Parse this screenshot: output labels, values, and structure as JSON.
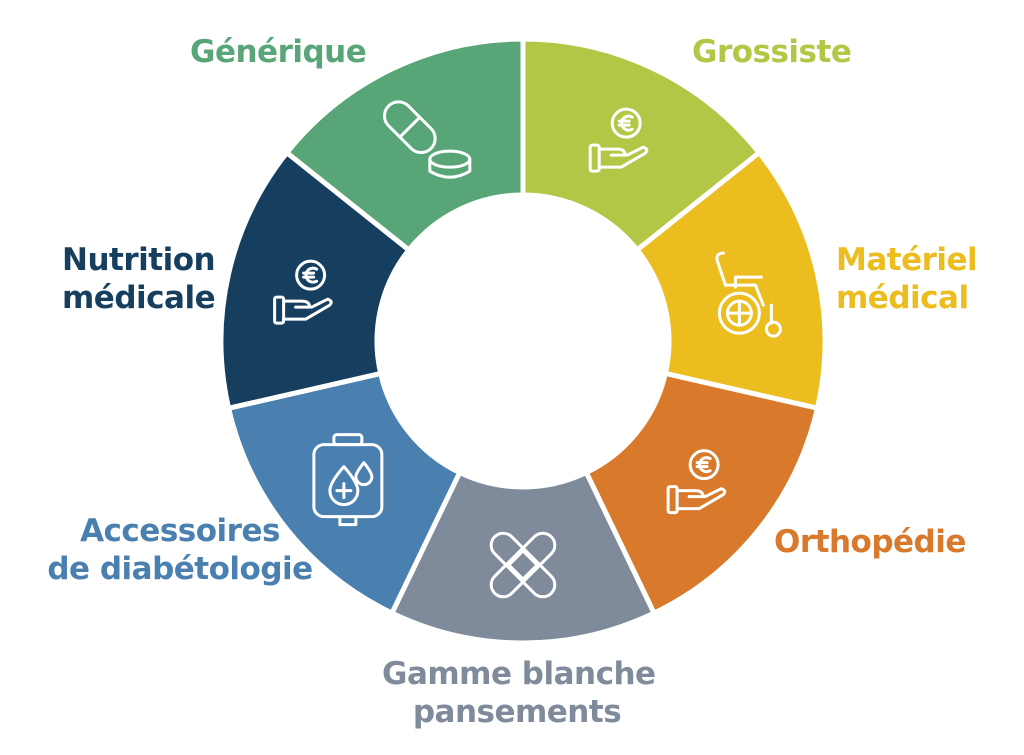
{
  "segments": [
    {
      "label_lines": [
        "Grossiste"
      ],
      "color": "#b3c646",
      "icon": "hand-euro-icon"
    },
    {
      "label_lines": [
        "Matériel",
        "médical"
      ],
      "color": "#ecbd1e",
      "icon": "wheelchair-icon"
    },
    {
      "label_lines": [
        "Orthopédie"
      ],
      "color": "#d8792b",
      "icon": "hand-euro-icon"
    },
    {
      "label_lines": [
        "Gamme blanche",
        "pansements"
      ],
      "color": "#7f8a9b",
      "icon": "bandage-icon"
    },
    {
      "label_lines": [
        "Accessoires",
        "de diabétologie"
      ],
      "color": "#4a80b0",
      "icon": "infusion-bag-icon"
    },
    {
      "label_lines": [
        "Nutrition",
        "médicale"
      ],
      "color": "#163f5f",
      "icon": "hand-euro-icon"
    },
    {
      "label_lines": [
        "Générique"
      ],
      "color": "#58a677",
      "icon": "pills-icon"
    }
  ]
}
